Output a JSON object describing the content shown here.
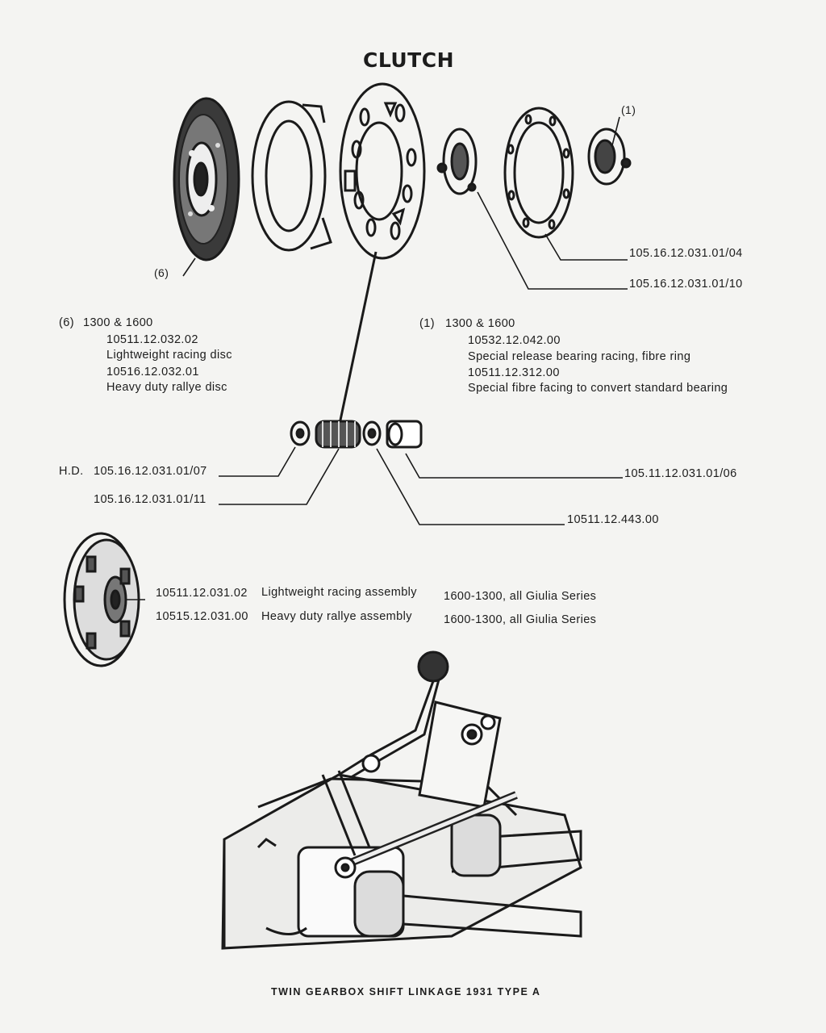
{
  "title": "CLUTCH",
  "callouts": {
    "marker_6": "(6)",
    "marker_1": "(1)",
    "pn_plate": "105.16.12.031.01/04",
    "pn_bearing": "105.16.12.031.01/10"
  },
  "disc_notes": {
    "header_num": "(6)",
    "header_text": "1300 & 1600",
    "pn1": "10511.12.032.02",
    "desc1": "Lightweight racing disc",
    "pn2": "10516.12.032.01",
    "desc2": "Heavy duty rallye disc"
  },
  "bearing_notes": {
    "header_num": "(1)",
    "header_text": "1300 & 1600",
    "pn1": "10532.12.042.00",
    "desc1": "Special release bearing racing, fibre ring",
    "pn2": "10511.12.312.00",
    "desc2": "Special fibre facing to convert standard bearing"
  },
  "spring_parts": {
    "hd_label": "H.D.",
    "pn_washer": "105.16.12.031.01/07",
    "pn_spring": "105.16.12.031.01/11",
    "pn_bush": "105.11.12.031.01/06",
    "pn_seat": "10511.12.443.00"
  },
  "assemblies": [
    {
      "pn": "10511.12.031.02",
      "desc": "Lightweight racing assembly",
      "fit": "1600-1300, all Giulia Series"
    },
    {
      "pn": "10515.12.031.00",
      "desc": "Heavy duty rallye assembly",
      "fit": "1600-1300, all Giulia Series"
    }
  ],
  "caption": "TWIN GEARBOX SHIFT LINKAGE 1931 TYPE A"
}
